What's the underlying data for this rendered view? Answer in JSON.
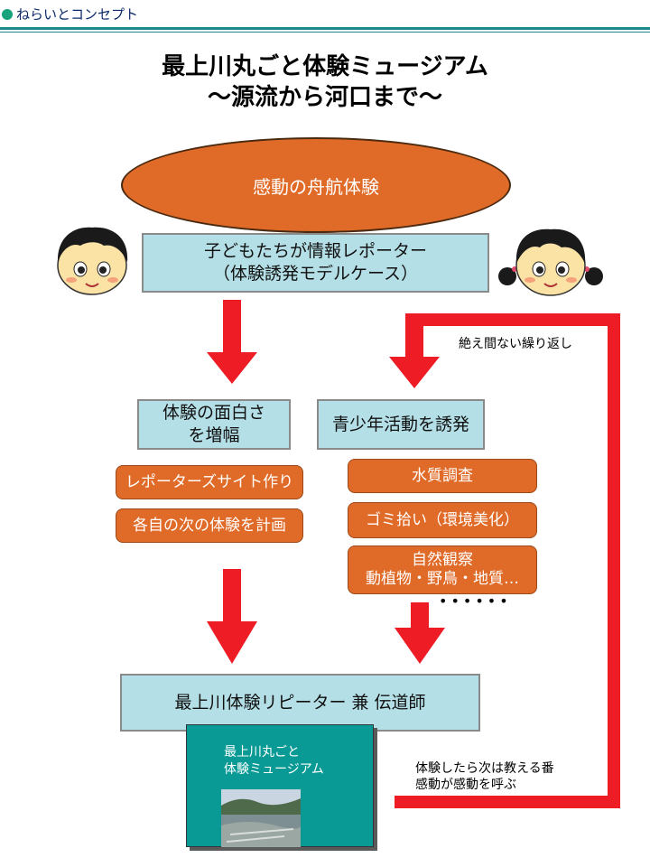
{
  "header": {
    "section_label": "ねらいとコンセプト"
  },
  "title": {
    "line1": "最上川丸ごと体験ミュージアム",
    "line2": "〜源流から河口まで〜"
  },
  "ellipse_label": "感動の舟航体験",
  "reporter_box": {
    "line1": "子どもたちが情報レポーター",
    "line2": "（体験誘発モデルケース）"
  },
  "left_box": {
    "line1": "体験の面白さ",
    "line2": "を増幅"
  },
  "right_box": {
    "label": "青少年活動を誘発"
  },
  "left_items": [
    "レポーターズサイト作り",
    "各自の次の体験を計画"
  ],
  "right_items": {
    "water": "水質調査",
    "garbage": "ゴミ拾い（環境美化）",
    "nature_line1": "自然観察",
    "nature_line2": "動植物・野鳥・地質…"
  },
  "dots": "••••••",
  "repeat_note": "絶え間ない繰り返し",
  "bottom_box": {
    "label": "最上川体験リピーター 兼 伝道師"
  },
  "teal_box": {
    "line1": "最上川丸ごと",
    "line2": "体験ミュージアム"
  },
  "side_note": {
    "line1": "体験したら次は教える番",
    "line2": "感動が感動を呼ぶ"
  },
  "colors": {
    "accent_orange": "#e06a27",
    "light_cyan": "#b4dfe6",
    "arrow_red": "#ee1c25",
    "teal": "#0a9a95"
  }
}
